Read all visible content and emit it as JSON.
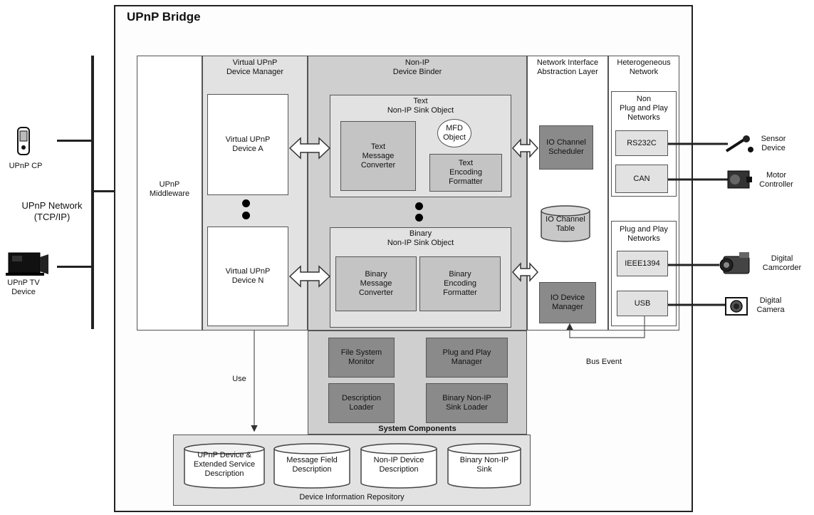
{
  "bridge": {
    "title": "UPnP Bridge"
  },
  "network": {
    "label_line1": "UPnP Network",
    "label_line2": "(TCP/IP)",
    "devices": {
      "cp": "UPnP CP",
      "tv_line1": "UPnP TV",
      "tv_line2": "Device"
    }
  },
  "middleware": {
    "label_line1": "UPnP",
    "label_line2": "Middleware"
  },
  "vdm": {
    "title_line1": "Virtual UPnP",
    "title_line2": "Device Manager",
    "device_a_line1": "Virtual UPnP",
    "device_a_line2": "Device A",
    "device_n_line1": "Virtual UPnP",
    "device_n_line2": "Device N"
  },
  "binder": {
    "title_line1": "Non-IP",
    "title_line2": "Device Binder",
    "text_sink": {
      "title_line1": "Text",
      "title_line2": "Non-IP Sink Object",
      "converter": [
        "Text",
        "Message",
        "Converter"
      ],
      "mfd": [
        "MFD",
        "Object"
      ],
      "formatter": [
        "Text",
        "Encoding",
        "Formatter"
      ]
    },
    "binary_sink": {
      "title_line1": "Binary",
      "title_line2": "Non-IP Sink Object",
      "converter": [
        "Binary",
        "Message",
        "Converter"
      ],
      "formatter": [
        "Binary",
        "Encoding",
        "Formatter"
      ]
    }
  },
  "nial": {
    "title_line1": "Network Interface",
    "title_line2": "Abstraction Layer",
    "scheduler": [
      "IO Channel",
      "Scheduler"
    ],
    "table": [
      "IO Channel",
      "Table"
    ],
    "device_manager": [
      "IO Device",
      "Manager"
    ]
  },
  "hetero": {
    "title_line1": "Heterogeneous",
    "title_line2": "Network",
    "non_pnp": [
      "Non",
      "Plug and Play",
      "Networks"
    ],
    "rs232c": "RS232C",
    "can": "CAN",
    "pnp": [
      "Plug and Play",
      "Networks"
    ],
    "ieee1394": "IEEE1394",
    "usb": "USB"
  },
  "external": {
    "sensor": [
      "Sensor",
      "Device"
    ],
    "motor": [
      "Motor",
      "Controller"
    ],
    "camcorder": [
      "Digital",
      "Camcorder"
    ],
    "camera": [
      "Digital",
      "Camera"
    ]
  },
  "system": {
    "title": "System Components",
    "fs_monitor": [
      "File System",
      "Monitor"
    ],
    "pnp_manager": [
      "Plug and Play",
      "Manager"
    ],
    "desc_loader": [
      "Description",
      "Loader"
    ],
    "sink_loader": [
      "Binary Non-IP",
      "Sink Loader"
    ]
  },
  "repo": {
    "title": "Device Information Repository",
    "items": [
      [
        "UPnP Device &",
        "Extended Service",
        "Description"
      ],
      [
        "Message Field",
        "Description"
      ],
      [
        "Non-IP Device",
        "Description"
      ],
      [
        "Binary Non-IP",
        "Sink"
      ]
    ]
  },
  "annotations": {
    "use": "Use",
    "bus_event": "Bus Event"
  }
}
